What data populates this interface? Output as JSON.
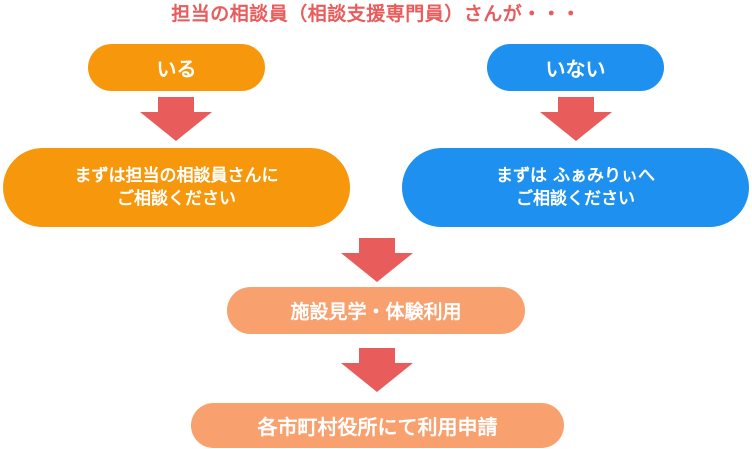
{
  "title": "担当の相談員（相談支援専門員）さんが・・・",
  "branches": {
    "yes": {
      "label": "いる",
      "instruction_line1": "まずは担当の相談員さんに",
      "instruction_line2": "ご相談ください"
    },
    "no": {
      "label": "いない",
      "instruction_line1": "まずは ふぁみりぃへ",
      "instruction_line2": "ご相談ください"
    }
  },
  "steps": {
    "trial": "施設見学・体験利用",
    "apply": "各市町村役所にて利用申請"
  },
  "colors": {
    "title": "#ea5b5b",
    "yes": "#f7980c",
    "no": "#1e90ef",
    "step": "#f9a06f",
    "arrow": "#e85c5c"
  }
}
